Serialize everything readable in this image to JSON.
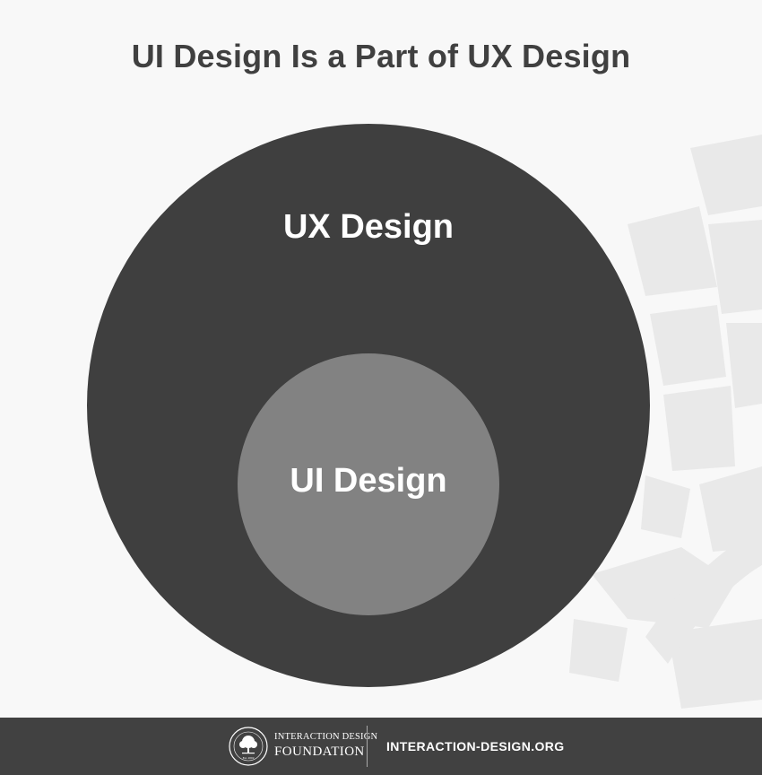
{
  "title": "UI Design Is a Part of UX Design",
  "diagram": {
    "outer_label": "UX Design",
    "inner_label": "UI Design"
  },
  "footer": {
    "org_line1": "INTERACTION DESIGN",
    "org_line2": "FOUNDATION",
    "seal_text": "Est. 2002",
    "url": "INTERACTION-DESIGN.ORG"
  },
  "colors": {
    "background": "#f8f8f8",
    "outer_circle": "#3f3f3f",
    "inner_circle": "#828282",
    "footer": "#414141",
    "text_dark": "#404040"
  }
}
